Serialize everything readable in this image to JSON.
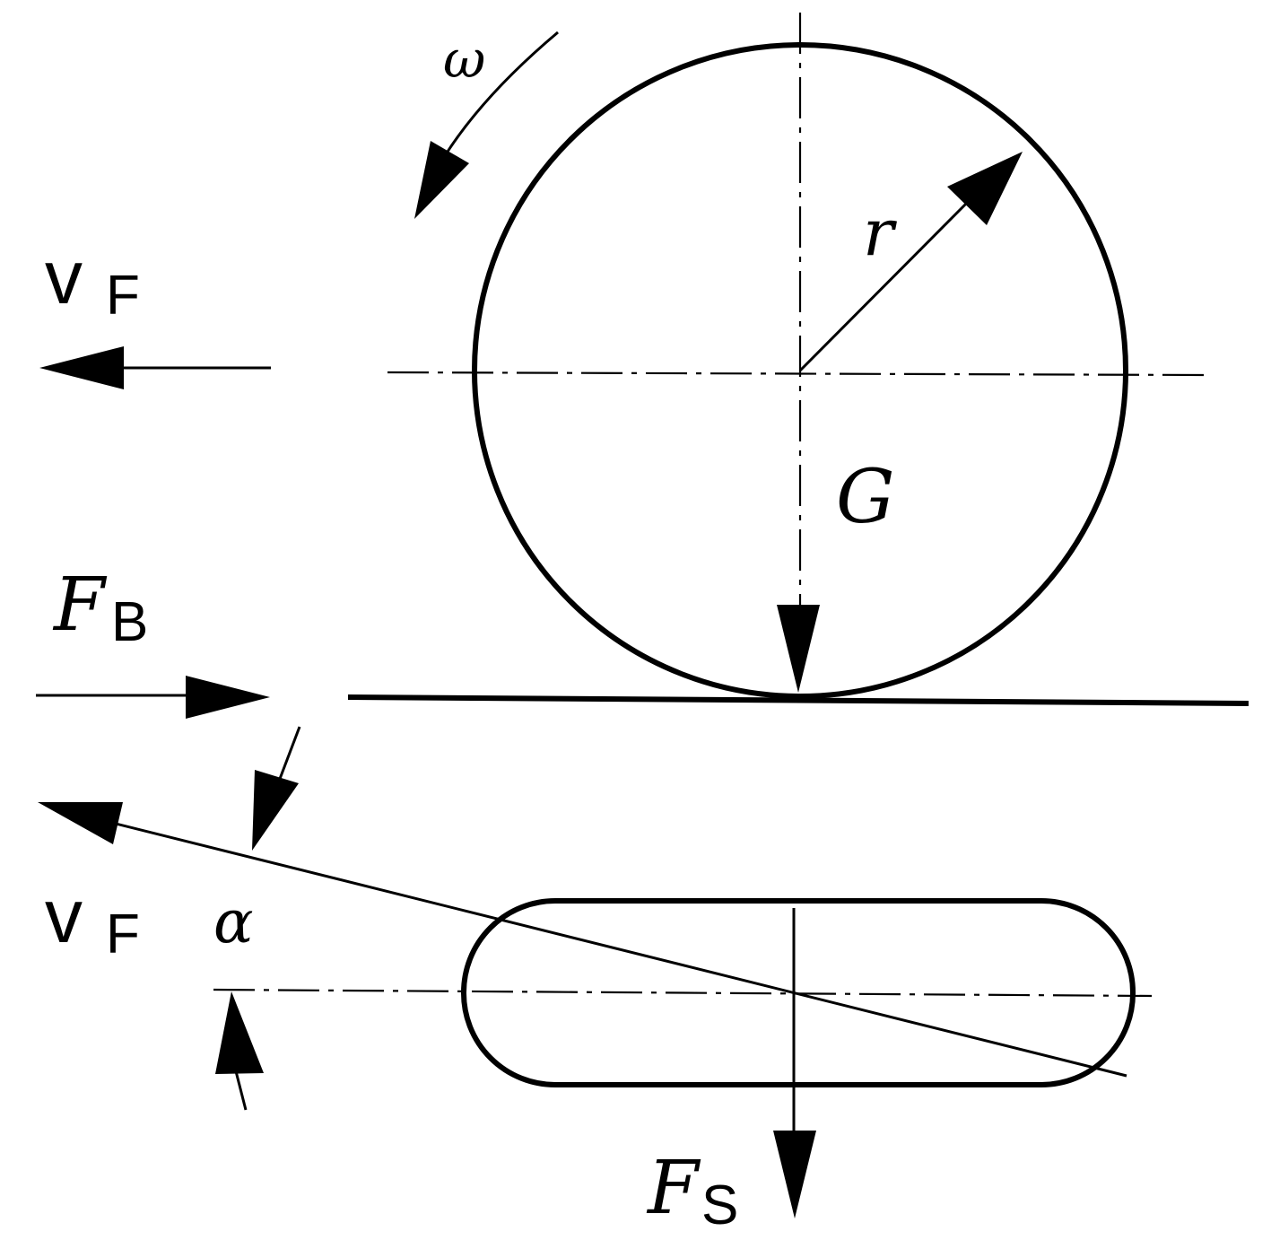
{
  "labels": {
    "omega": "ω",
    "radius": "r",
    "weight": "G",
    "velocity_top_main": "v",
    "velocity_top_sub": "F",
    "brake_force_main": "F",
    "brake_force_sub": "B",
    "velocity_bottom_main": "v",
    "velocity_bottom_sub": "F",
    "alpha": "α",
    "side_force_main": "F",
    "side_force_sub": "S"
  }
}
